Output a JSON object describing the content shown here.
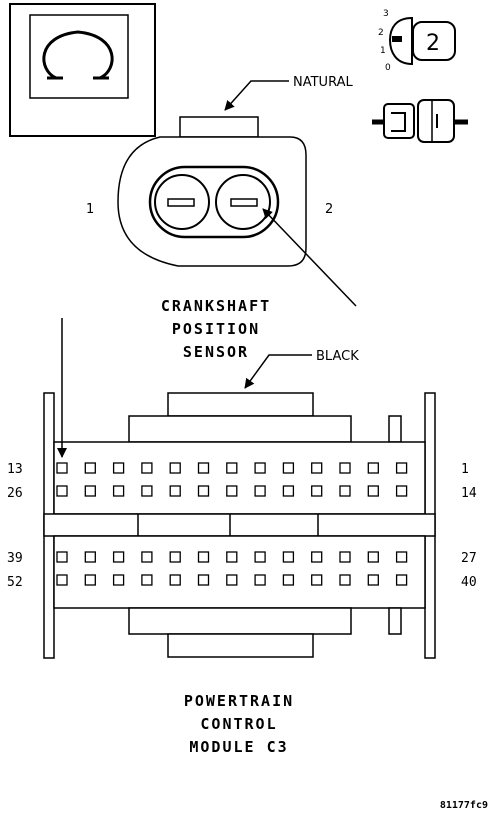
{
  "diagram": {
    "labels": {
      "natural": "NATURAL",
      "black": "BLACK"
    },
    "sensor": {
      "pin_left": "1",
      "pin_right": "2",
      "title_lines": [
        "CRANKSHAFT",
        "POSITION",
        "SENSOR"
      ]
    },
    "key_icon": {
      "positions": [
        "3",
        "2",
        "1",
        "0"
      ],
      "selected": "2"
    },
    "pcm": {
      "row_labels_left": [
        "13",
        "26",
        "39",
        "52"
      ],
      "row_labels_right": [
        "1",
        "14",
        "27",
        "40"
      ],
      "title_lines": [
        "POWERTRAIN",
        "CONTROL",
        "MODULE C3"
      ]
    },
    "figure_code": "81177fc9"
  }
}
